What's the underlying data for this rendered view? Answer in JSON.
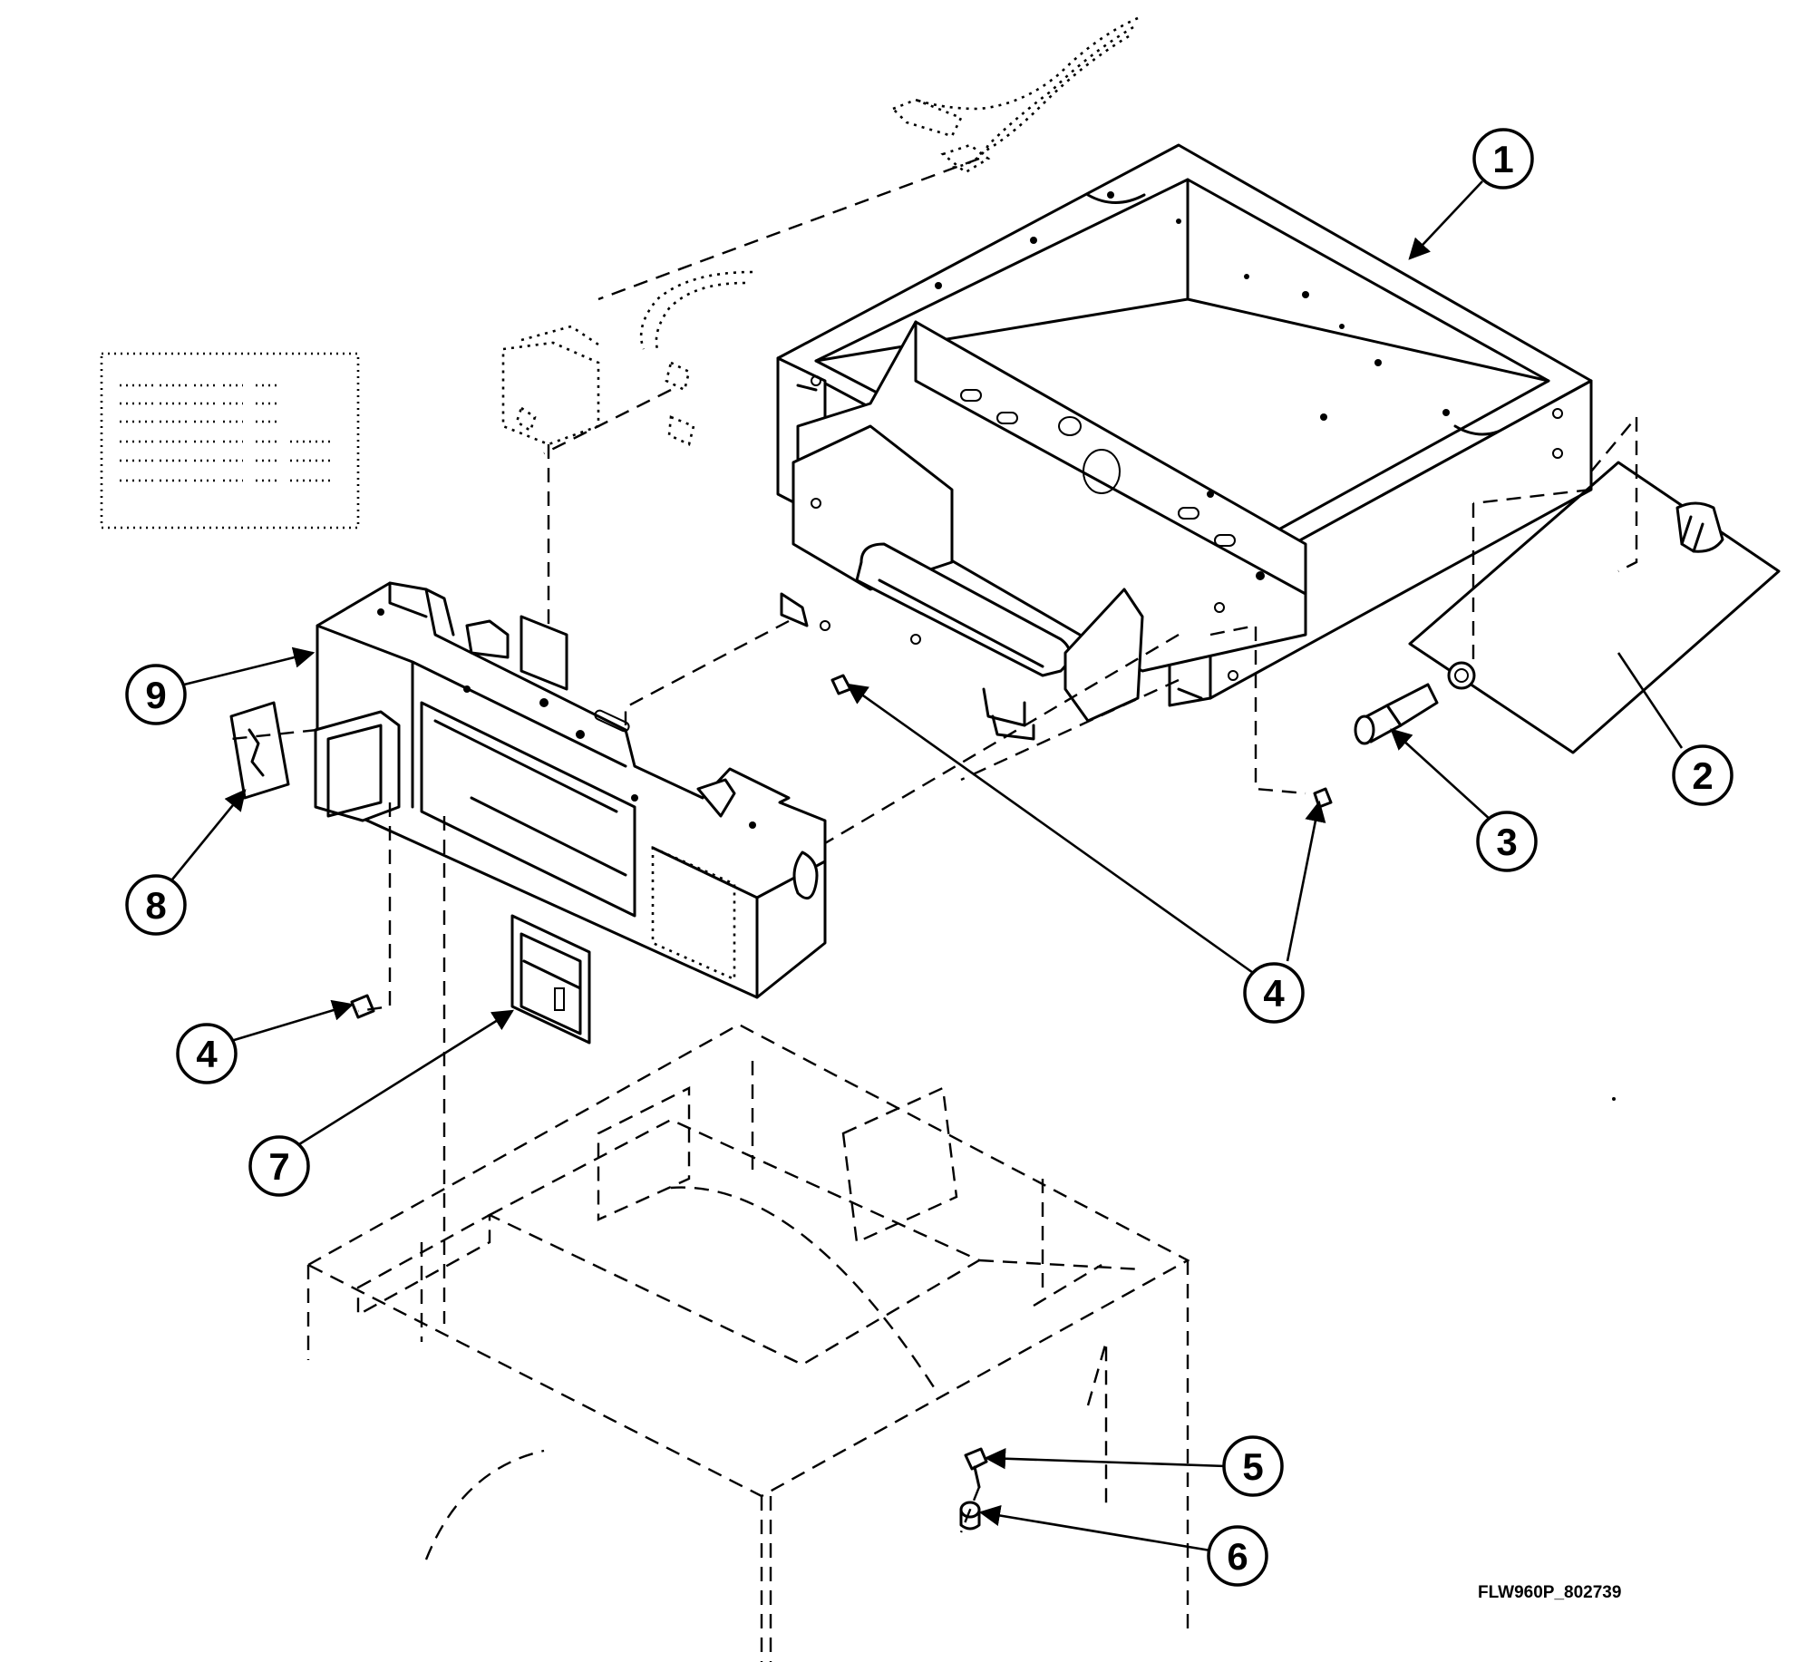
{
  "callouts": {
    "c1": "1",
    "c2": "2",
    "c3": "3",
    "c4a": "4",
    "c4b": "4",
    "c4c": "4",
    "c5": "5",
    "c6": "6",
    "c7": "7",
    "c8": "8",
    "c9": "9"
  },
  "drawing_code": "FLW960P_802739"
}
